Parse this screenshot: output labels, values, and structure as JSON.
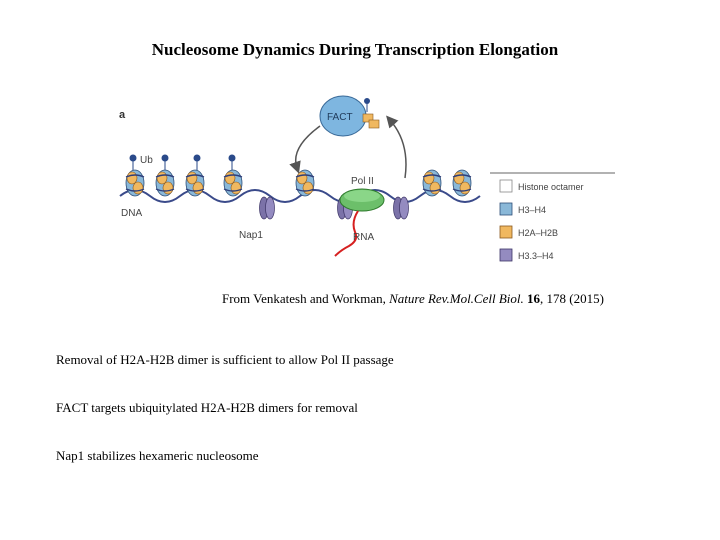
{
  "title": "Nucleosome Dynamics During Transcription Elongation",
  "figure": {
    "panel_label": "a",
    "labels": {
      "fact": "FACT",
      "ub": "Ub",
      "dna": "DNA",
      "pol2": "Pol II",
      "nap1": "Nap1",
      "rna": "RNA"
    },
    "legend": [
      "Histone octamer",
      "H3–H4",
      "H2A–H2B",
      "H3.3–H4"
    ],
    "colors": {
      "dna": "#3a4a8a",
      "histone_blue": "#8ab8d8",
      "histone_orange": "#f0b860",
      "nap1": "#7b72a8",
      "pol2": "#6cbf6a",
      "fact": "#7eb6e0",
      "rna": "#d62020",
      "ub": "#2a4a8a"
    }
  },
  "credit": {
    "prefix": "From Venkatesh and Workman, ",
    "journal": "Nature Rev.Mol.Cell Biol.",
    "volume": "16",
    "suffix": ", 178 (2015)"
  },
  "bullets": [
    "Removal of H2A-H2B dimer is sufficient to allow Pol II passage",
    "FACT targets ubiquitylated H2A-H2B dimers for removal",
    "Nap1 stabilizes hexameric nucleosome"
  ]
}
